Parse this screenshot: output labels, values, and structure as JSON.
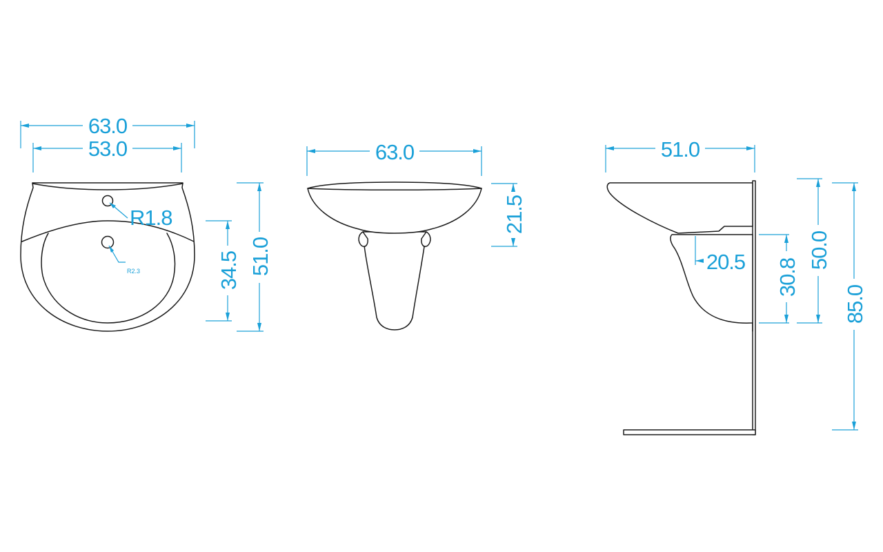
{
  "front_view": {
    "overall_width": "63.0",
    "bowl_width": "53.0",
    "tap_hole_radius": "R1.8",
    "drain_radius": "R2.3",
    "tap_to_front": "34.5",
    "depth": "51.0"
  },
  "pedestal_front_view": {
    "overall_width": "63.0",
    "basin_height": "21.5"
  },
  "side_view": {
    "depth": "51.0",
    "bowl_offset": "20.5",
    "bowl_height": "30.8",
    "mount_height": "50.0",
    "total_height": "85.0"
  },
  "colors": {
    "dimension": "#1aa0d8",
    "outline": "#1a1a1a"
  }
}
